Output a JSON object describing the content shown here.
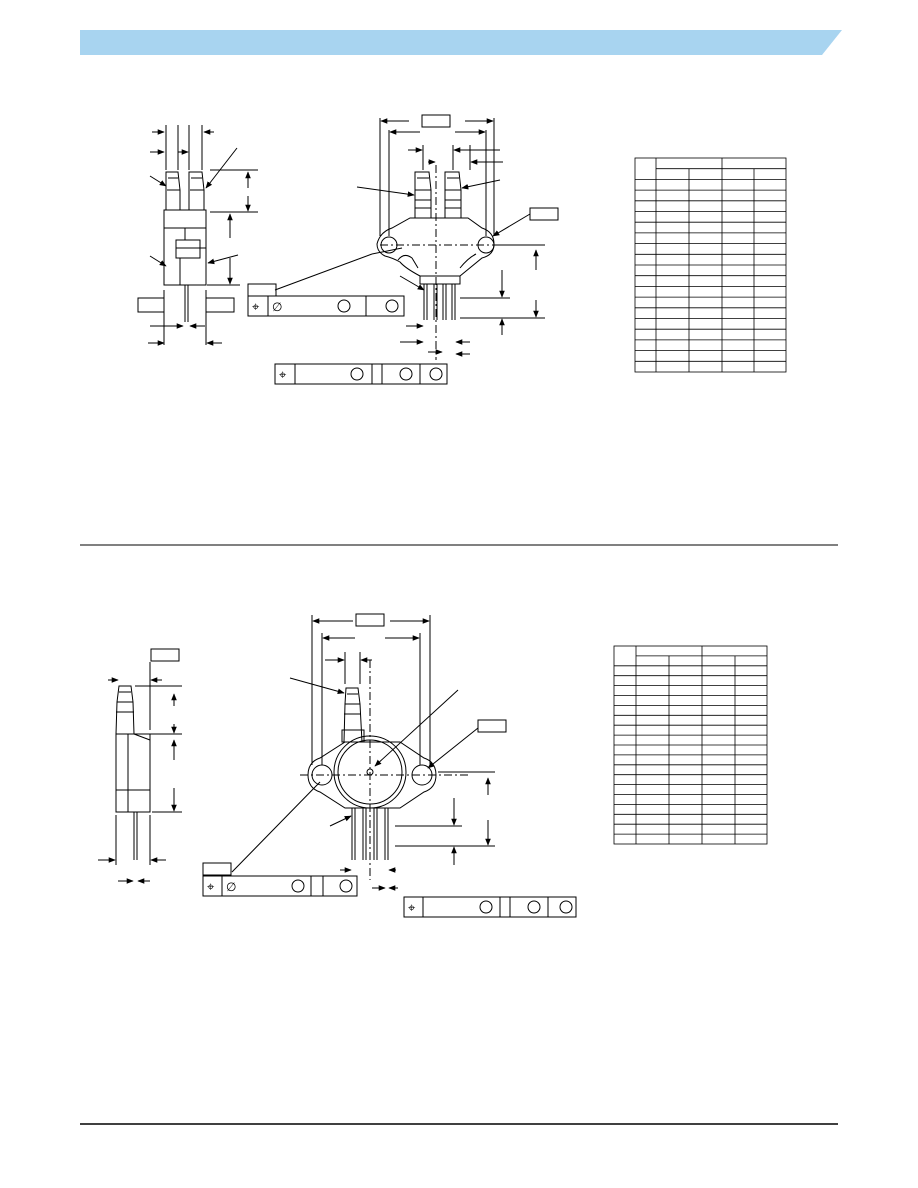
{
  "page": {
    "header_band_color": "#a8d4f0",
    "line_color": "#000000"
  },
  "drawing_top": {
    "label_boxes": [
      "",
      "",
      ""
    ],
    "feature_control_frames": [
      {
        "symbol": "⌖",
        "cells": [
          "∅",
          "○",
          "",
          "○"
        ]
      },
      {
        "symbol": "⌖",
        "cells": [
          "",
          "○",
          "",
          "○",
          "○"
        ]
      }
    ],
    "table": {
      "columns": 5,
      "rows": 20,
      "header_rows": 2
    }
  },
  "drawing_bottom": {
    "label_boxes": [
      "",
      "",
      ""
    ],
    "feature_control_frames": [
      {
        "symbol": "⌖",
        "cells": [
          "∅",
          "○",
          "",
          "○"
        ]
      },
      {
        "symbol": "⌖",
        "cells": [
          "",
          "○",
          "",
          "○",
          "○"
        ]
      }
    ],
    "table": {
      "columns": 5,
      "rows": 20,
      "header_rows": 2
    }
  }
}
